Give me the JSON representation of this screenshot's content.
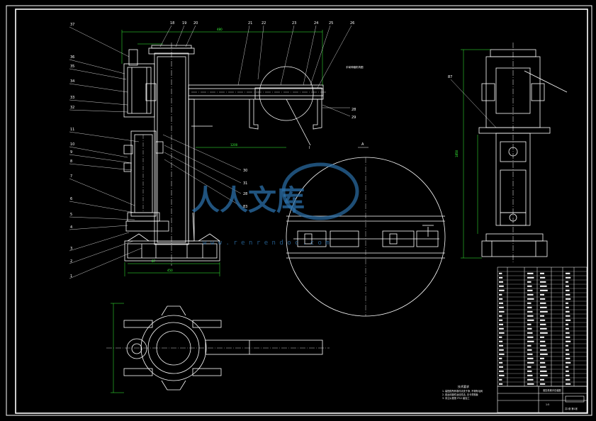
{
  "drawing": {
    "callouts_left": [
      "37",
      "36",
      "35",
      "34",
      "33",
      "32",
      "11",
      "10",
      "9",
      "8",
      "7",
      "6",
      "5",
      "4",
      "3",
      "2",
      "1"
    ],
    "callouts_top": [
      "18",
      "19",
      "20",
      "21",
      "22",
      "23",
      "24",
      "25",
      "26"
    ],
    "callouts_mid": [
      "30",
      "31",
      "28",
      "83"
    ],
    "callouts_arm": [
      "28",
      "29"
    ],
    "callout_side": "87",
    "callout_detail": "I",
    "section_mark": "A",
    "dims": {
      "top_width": "480",
      "arm_reach": "1200",
      "base_width": "450",
      "base_half": "87",
      "side_height": "1850"
    },
    "arm_note": "手臂伸缩机构图"
  },
  "watermark": {
    "text": "人人文库",
    "url": "w w w . r e n r e n d o c . c o m"
  },
  "notes": {
    "heading": "技术要求",
    "lines": [
      "1. 装配前所有零件清洗干净, 不得有毛刺",
      "2. 各运动部件运动灵活, 无卡滞现象",
      "3. 未注公差按 IT12 级加工"
    ]
  },
  "title_block": {
    "drawing_title": "液压机械手总装图",
    "scale": "1:5",
    "sheet": "共1张 第1张"
  },
  "colors": {
    "background": "#000000",
    "lines": "#ffffff",
    "dimensions": "#39ff39",
    "watermark": "#2b6fa8"
  }
}
